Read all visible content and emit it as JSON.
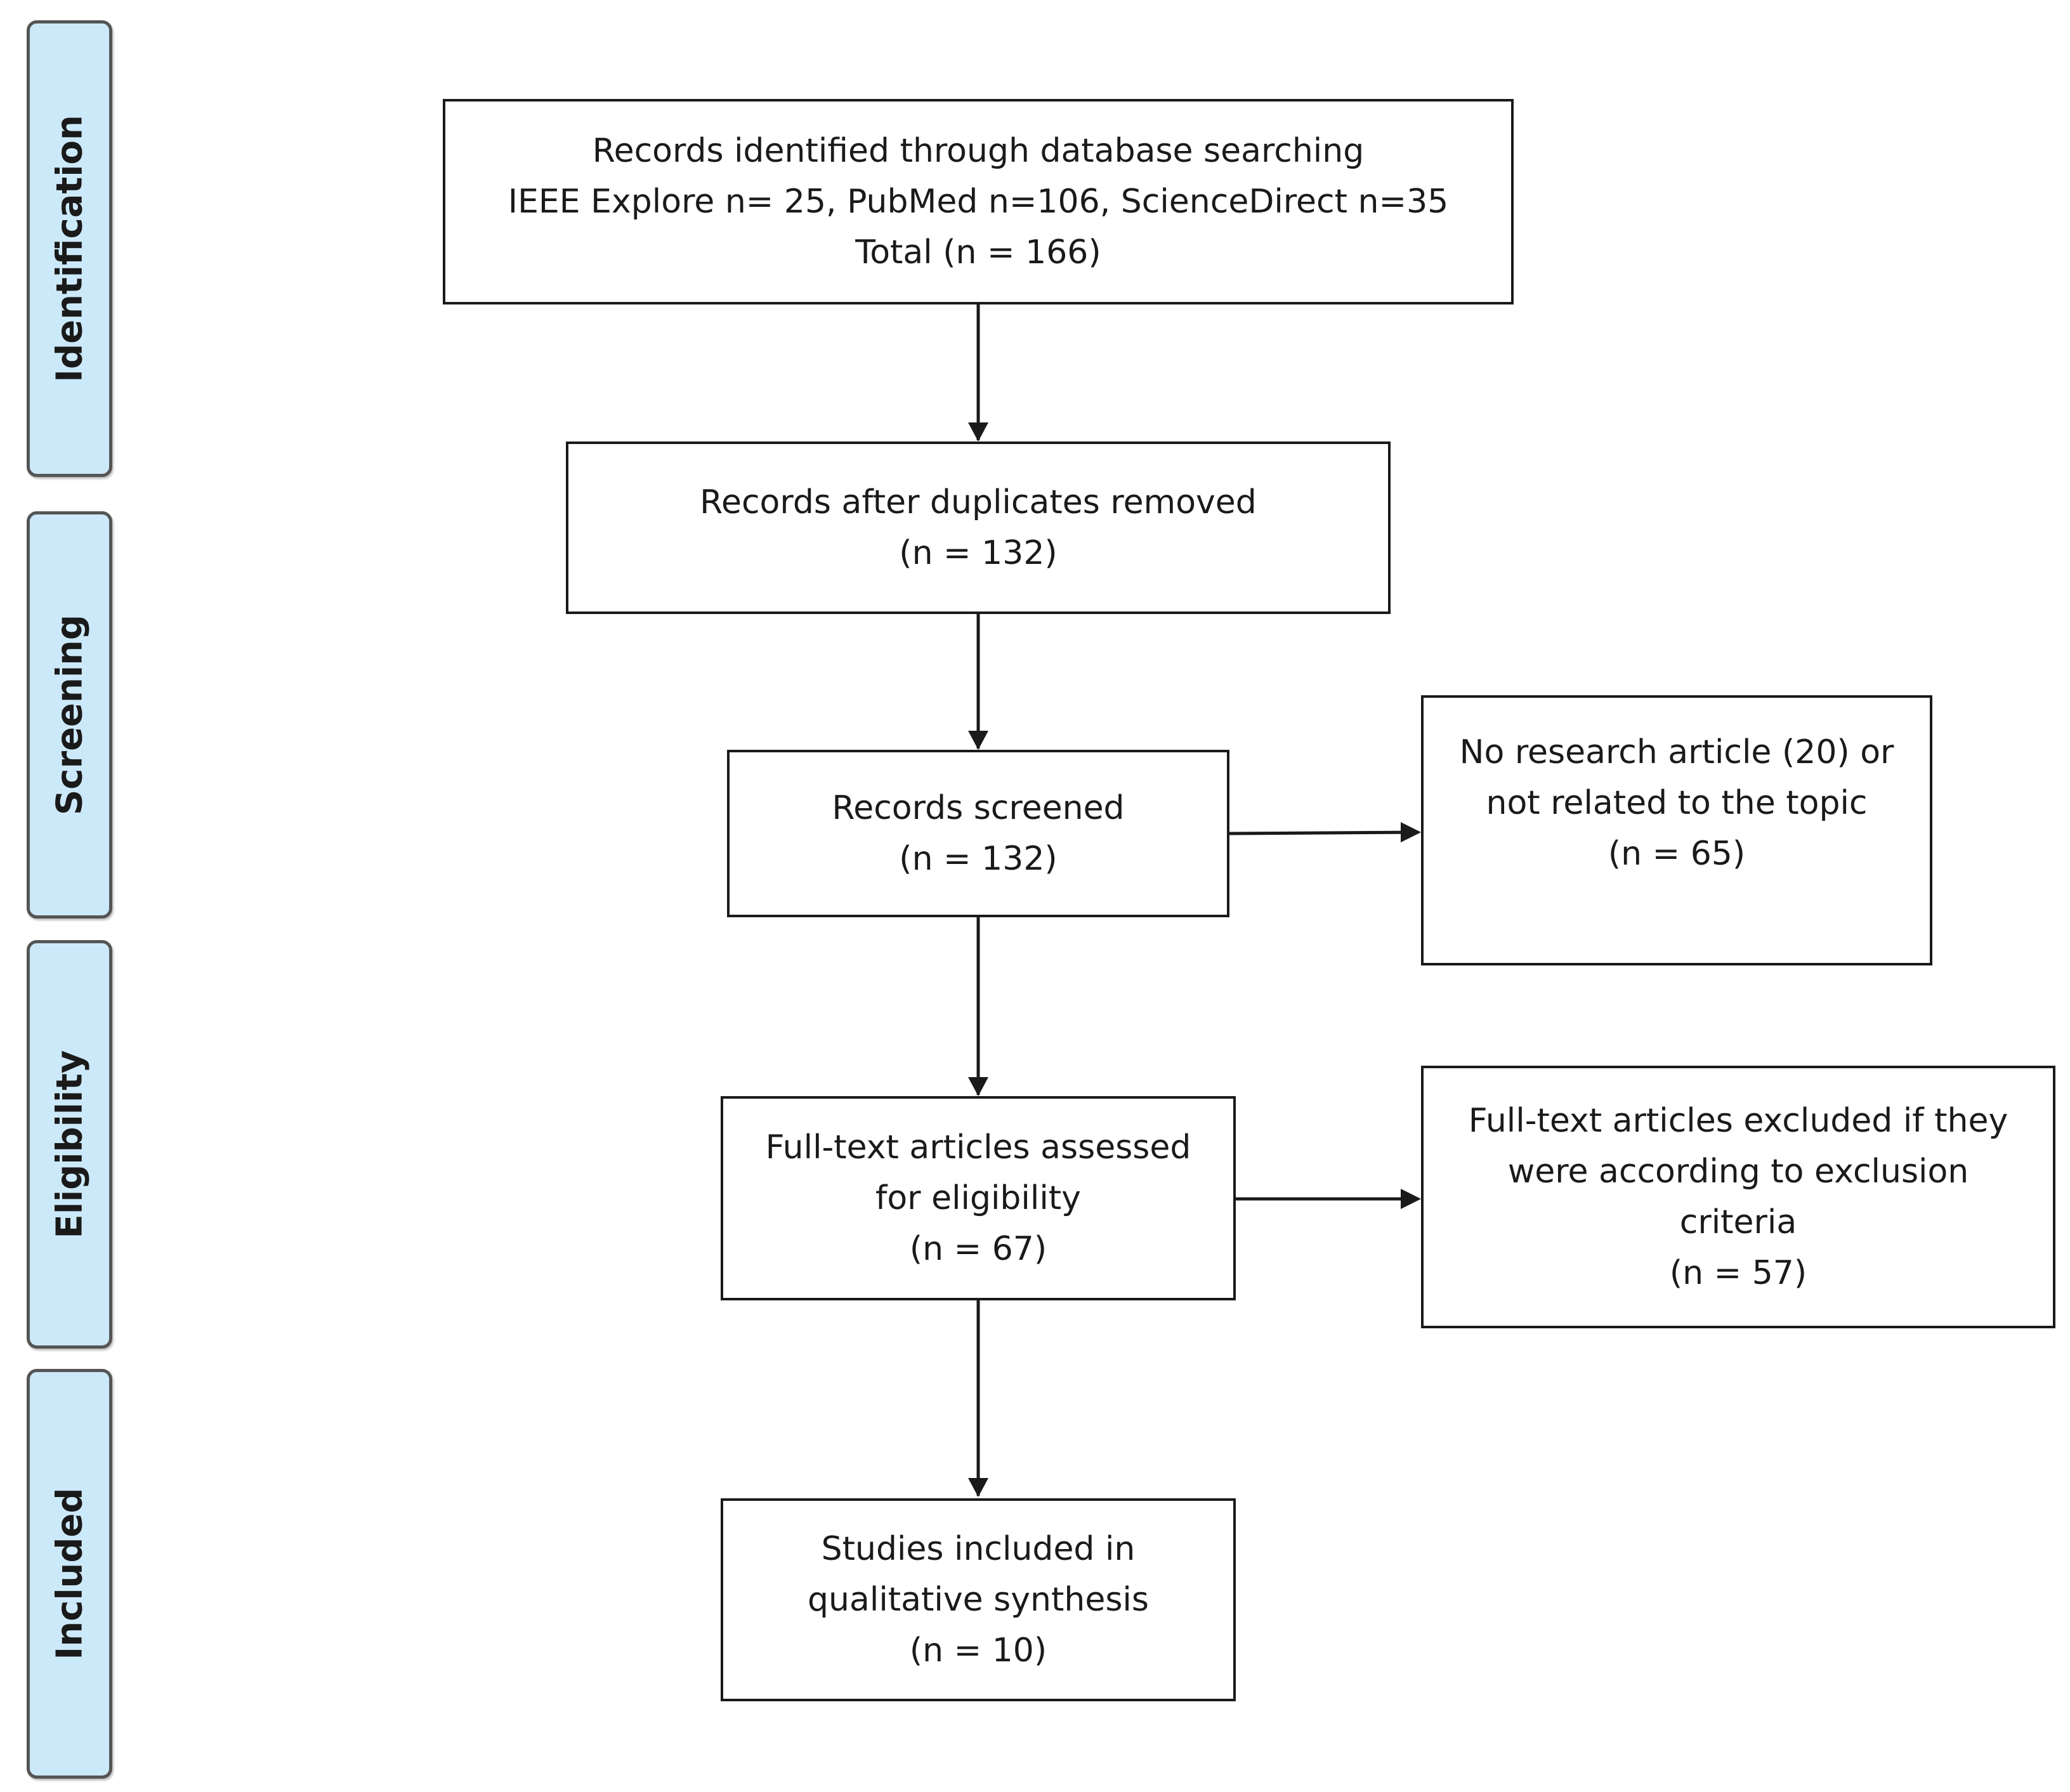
{
  "stages": {
    "identification": "Identification",
    "screening": "Screening",
    "eligibility": "Eligibility",
    "included": "Included"
  },
  "boxes": {
    "identified": {
      "lines": [
        "Records identified through database searching",
        "IEEE Explore n= 25, PubMed n=106, ScienceDirect n=35",
        "Total (n = 166)"
      ]
    },
    "duplicates_removed": {
      "lines": [
        "Records after duplicates removed",
        "(n = 132)"
      ]
    },
    "screened": {
      "lines": [
        "Records screened",
        "(n = 132)"
      ]
    },
    "excluded_screening": {
      "lines": [
        "No research article (20) or",
        "not related to the topic",
        "(n = 65)"
      ]
    },
    "full_text_assessed": {
      "lines": [
        "Full-text articles assessed",
        "for eligibility",
        "(n = 67)"
      ]
    },
    "full_text_excluded": {
      "lines": [
        "Full-text articles excluded if they",
        "were according to exclusion",
        "criteria",
        "(n = 57)"
      ]
    },
    "included": {
      "lines": [
        "Studies included in",
        "qualitative synthesis",
        "(n = 10)"
      ]
    }
  },
  "edges": [
    {
      "from": "identified",
      "to": "duplicates_removed"
    },
    {
      "from": "duplicates_removed",
      "to": "screened"
    },
    {
      "from": "screened",
      "to": "excluded_screening"
    },
    {
      "from": "screened",
      "to": "full_text_assessed"
    },
    {
      "from": "full_text_assessed",
      "to": "full_text_excluded"
    },
    {
      "from": "full_text_assessed",
      "to": "included"
    }
  ]
}
